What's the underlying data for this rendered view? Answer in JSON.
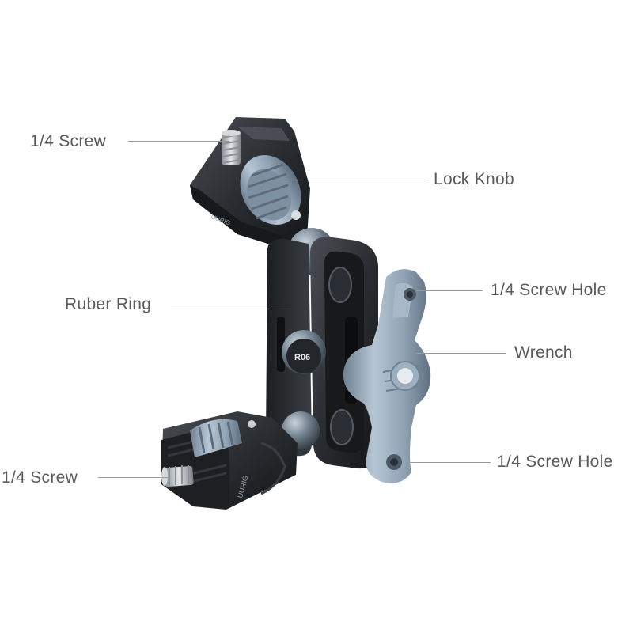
{
  "labels": {
    "top_screw": "1/4 Screw",
    "lock_knob": "Lock Knob",
    "ruber_ring": "Ruber Ring",
    "screw_hole_upper": "1/4 Screw Hole",
    "wrench": "Wrench",
    "screw_hole_lower": "1/4 Screw Hole",
    "bottom_screw": "1/4 Screw"
  },
  "product": {
    "model_mark": "R06"
  },
  "colors": {
    "label_text": "#5a5a5a",
    "leader_line": "#9a9a9a",
    "body_dark": "#2a2d31",
    "metal_blue_gray": "#8fa2b3"
  }
}
